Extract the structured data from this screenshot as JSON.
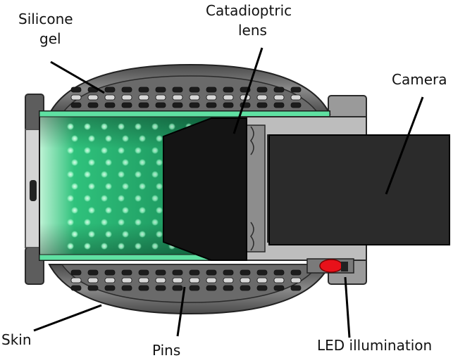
{
  "labels": {
    "silicone_gel_line1": "Silicone",
    "silicone_gel_line2": "gel",
    "catadioptric_line1": "Catadioptric",
    "catadioptric_line2": "lens",
    "camera": "Camera",
    "skin": "Skin",
    "pins": "Pins",
    "led": "LED illumination"
  },
  "colors": {
    "housing": "#6f6f6f",
    "housing_dark": "#3a3a3a",
    "frame_light": "#b9b9b9",
    "tube_green": "#39d08a",
    "tube_green_dark": "#0f6e45",
    "lens_black": "#151515",
    "camera_body": "#2a2a2a",
    "led_red": "#e8111a",
    "pin_dark": "#1c1c1c",
    "pin_light": "#d8d8d8",
    "text": "#111111"
  }
}
